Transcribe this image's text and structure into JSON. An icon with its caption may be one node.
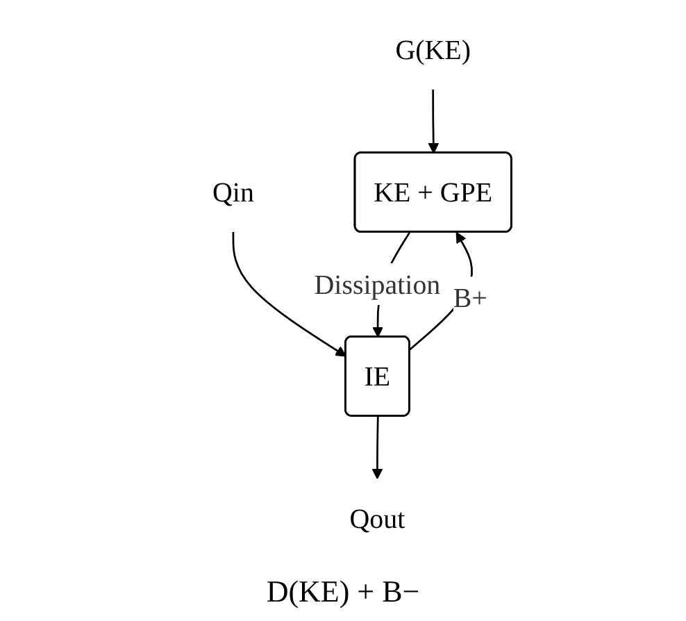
{
  "diagram": {
    "nodes": [
      {
        "text": [
          "G(KE)"
        ]
      },
      {
        "text": [
          "Qin"
        ]
      },
      {
        "text": [
          "Qout"
        ]
      },
      {
        "text": [
          "KE + GPE"
        ]
      },
      {
        "text": [
          "IE"
        ]
      }
    ],
    "edges": [
      {
        "from": 0,
        "to": 3,
        "arrow": "to"
      },
      {
        "from": 1,
        "to": 4,
        "arrow": "to"
      },
      {
        "from": 4,
        "to": 2,
        "arrow": "to"
      },
      {
        "from": 4,
        "to": 3,
        "arrow": "to",
        "label": "B+"
      },
      {
        "from": 3,
        "to": 4,
        "arrow": "to",
        "label": "Dissipation"
      }
    ],
    "labels": [
      "D(KE) + B−"
    ]
  }
}
